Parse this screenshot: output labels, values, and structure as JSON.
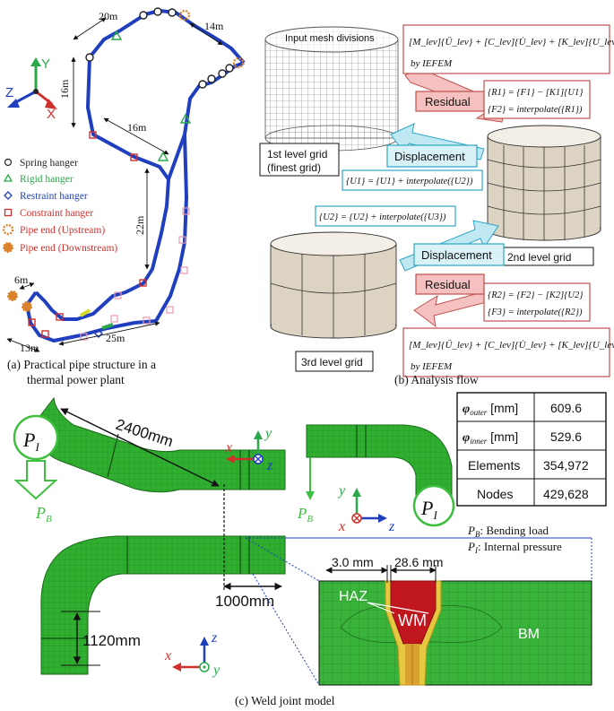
{
  "panel_a": {
    "caption_line1": "(a)   Practical pipe structure in a",
    "caption_line2": "thermal power plant",
    "dims": {
      "d20": "20m",
      "d14": "14m",
      "d16a": "16m",
      "d16b": "16m",
      "d22": "22m",
      "d6": "6m",
      "d13": "13m",
      "d25": "25m"
    },
    "axes": {
      "y": "Y",
      "z": "Z",
      "x": "X"
    },
    "legend": [
      {
        "label": "Spring hanger",
        "color": "#222222",
        "marker": "circle-open"
      },
      {
        "label": "Rigid hanger",
        "color": "#2aa84a",
        "marker": "triangle"
      },
      {
        "label": "Restraint hanger",
        "color": "#1f3fbf",
        "marker": "diamond"
      },
      {
        "label": "Constraint hanger",
        "color": "#d0312d",
        "marker": "square"
      },
      {
        "label": "Pipe end (Upstream)",
        "color": "#d0312d",
        "marker": "gear-open"
      },
      {
        "label": "Pipe end (Downstream)",
        "color": "#d0312d",
        "marker": "gear-filled"
      }
    ],
    "colors": {
      "pipe": "#1f3fbf",
      "spring": "#222222",
      "rigid": "#2aa84a",
      "restraint": "#1f3fbf",
      "constraint": "#d0312d",
      "constraint_light": "#e79ab0",
      "pipe_end": "#d9822b",
      "yellow_section": "#d9d92b"
    }
  },
  "panel_b": {
    "caption": "(b)  Analysis flow",
    "input_mesh": "Input mesh divisions",
    "level1_line1": "1st level grid",
    "level1_line2": "(finest grid)",
    "level2": "2nd level grid",
    "level3": "3rd level grid",
    "residual_label": "Residual",
    "displacement_label": "Displacement",
    "eq_iefem": "[M_lev]{Ü_lev} + [C_lev]{U̇_lev} + [K_lev]{U_lev} = {F_lev}",
    "by_iefem": "by   IEFEM",
    "eq_r1_line1": "{R1} = {F1} − [K1]{U1}",
    "eq_r1_line2": "{F2} = interpolate({R1})",
    "eq_u1": "{U1} = {U1} + interpolate({U2})",
    "eq_u2": "{U2} = {U2} + interpolate({U3})",
    "eq_r2_line1": "{R2} = {F2} − [K2]{U2}",
    "eq_r2_line2": "{F3} = interpolate({R2})",
    "colors": {
      "residual_box": "#e8a0a0",
      "residual_stroke": "#c0504d",
      "disp_box": "#bfe8f2",
      "disp_stroke": "#2ea6c6",
      "grid_fill": "#ddd3c2",
      "eq_stroke": "#c0504d",
      "disp_eq_stroke": "#2ea6c6"
    }
  },
  "panel_c": {
    "caption": "(c)  Weld joint model",
    "dim_2400": "2400mm",
    "dim_1000": "1000mm",
    "dim_1120": "1120mm",
    "pi": "P",
    "pi_sub": "I",
    "pb": "P",
    "pb_sub": "B",
    "legend_pb": ": Bending load",
    "legend_pi": ": Internal pressure",
    "dim_3mm": "3.0 mm",
    "dim_28mm": "28.6 mm",
    "haz": "HAZ",
    "wm": "WM",
    "bm": "BM",
    "table": [
      {
        "key": "φ",
        "sub": "outer",
        "unit": " [mm]",
        "value": "609.6"
      },
      {
        "key": "φ",
        "sub": "inner",
        "unit": " [mm]",
        "value": "529.6"
      },
      {
        "key": "Elements",
        "sub": "",
        "unit": "",
        "value": "354,972"
      },
      {
        "key": "Nodes",
        "sub": "",
        "unit": "",
        "value": "429,628"
      }
    ],
    "axes": {
      "x": "x",
      "y": "y",
      "z": "z"
    },
    "colors": {
      "pipe_green": "#2fae2f",
      "pipe_dark": "#1a7a1a",
      "load_green": "#3fbf3f",
      "weld_red": "#c0161e",
      "bm_green": "#39b339"
    }
  }
}
